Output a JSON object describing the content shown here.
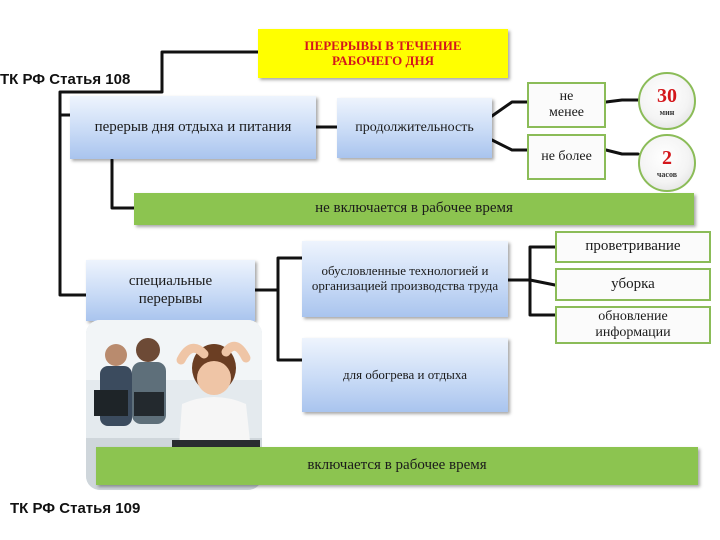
{
  "labels": {
    "article_108": "ТК РФ Статья 108",
    "article_109": "ТК РФ Статья 109"
  },
  "boxes": {
    "title": "ПЕРЕРЫВЫ В ТЕЧЕНИЕ РАБОЧЕГО ДНЯ",
    "rest_meal_break": "перерыв дня отдыха и питания",
    "duration": "продолжительность",
    "not_less": "не менее",
    "not_more": "не более",
    "not_included": "не включается в рабочее время",
    "special_breaks": "специальные перерывы",
    "technology_conditioned": "обусловленные технологией и организацией производства труда",
    "heating_rest": "для обогрева и отдыха",
    "ventilation": "проветривание",
    "cleaning": "уборка",
    "info_update": "обновление информации",
    "included": "включается в рабочее время"
  },
  "circles": {
    "min_value": "30",
    "min_unit": "мин",
    "max_value": "2",
    "max_unit": "часов"
  },
  "colors": {
    "title_fill": "#ffff00",
    "title_text": "#d4171c",
    "green_fill": "#8cc450",
    "blue_fill": "#c9dbf6",
    "connector": "#111111"
  }
}
